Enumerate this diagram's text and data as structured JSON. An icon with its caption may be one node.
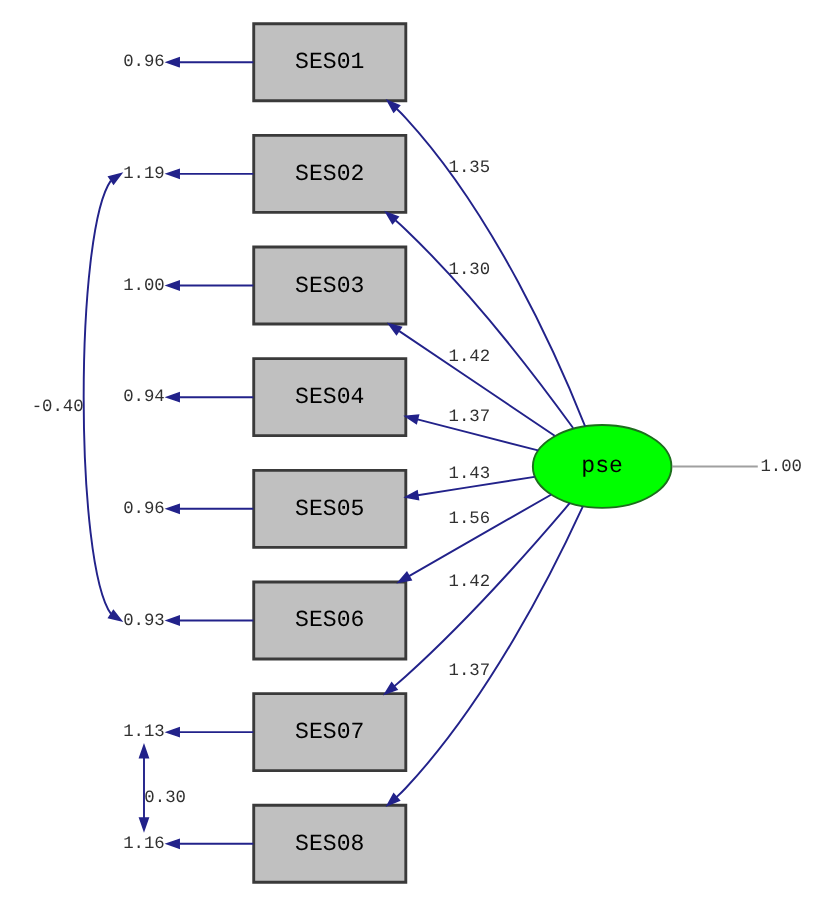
{
  "diagram": {
    "nodes": [
      {
        "text": [
          "SES01"
        ]
      },
      {
        "text": [
          "SES02"
        ]
      },
      {
        "text": [
          "SES03"
        ]
      },
      {
        "text": [
          "SES04"
        ]
      },
      {
        "text": [
          "SES05"
        ]
      },
      {
        "text": [
          "SES06"
        ]
      },
      {
        "text": [
          "SES07"
        ]
      },
      {
        "text": [
          "SES08"
        ]
      },
      {
        "text": [
          "0.96"
        ]
      },
      {
        "text": [
          "1.19"
        ]
      },
      {
        "text": [
          "1.00"
        ]
      },
      {
        "text": [
          "0.94"
        ]
      },
      {
        "text": [
          "0.96"
        ]
      },
      {
        "text": [
          "0.93"
        ]
      },
      {
        "text": [
          "1.13"
        ]
      },
      {
        "text": [
          "1.16"
        ]
      },
      {
        "text": [
          "pse"
        ]
      },
      {
        "text": [
          "1.00"
        ]
      }
    ],
    "edges": [
      {
        "from": 16,
        "to": 0,
        "arrow": "to",
        "label": "1.35"
      },
      {
        "from": 16,
        "to": 1,
        "arrow": "to",
        "label": "1.30"
      },
      {
        "from": 16,
        "to": 2,
        "arrow": "to",
        "label": "1.42"
      },
      {
        "from": 16,
        "to": 3,
        "arrow": "to",
        "label": "1.37"
      },
      {
        "from": 16,
        "to": 4,
        "arrow": "to",
        "label": "1.43"
      },
      {
        "from": 16,
        "to": 5,
        "arrow": "to",
        "label": "1.56"
      },
      {
        "from": 16,
        "to": 6,
        "arrow": "to",
        "label": "1.42"
      },
      {
        "from": 16,
        "to": 7,
        "arrow": "to",
        "label": "1.37"
      },
      {
        "from": 0,
        "to": 8,
        "arrow": "to"
      },
      {
        "from": 1,
        "to": 9,
        "arrow": "to"
      },
      {
        "from": 2,
        "to": 10,
        "arrow": "to"
      },
      {
        "from": 3,
        "to": 11,
        "arrow": "to"
      },
      {
        "from": 4,
        "to": 12,
        "arrow": "to"
      },
      {
        "from": 5,
        "to": 13,
        "arrow": "to"
      },
      {
        "from": 6,
        "to": 14,
        "arrow": "to"
      },
      {
        "from": 7,
        "to": 15,
        "arrow": "to"
      },
      {
        "from": 9,
        "to": 13,
        "arrow": "both",
        "label": "-0.40"
      },
      {
        "from": 14,
        "to": 15,
        "arrow": "both",
        "label": "0.30"
      },
      {
        "from": 17,
        "to": 16,
        "arrow": "none",
        "color": "#a0a0a0"
      }
    ]
  }
}
